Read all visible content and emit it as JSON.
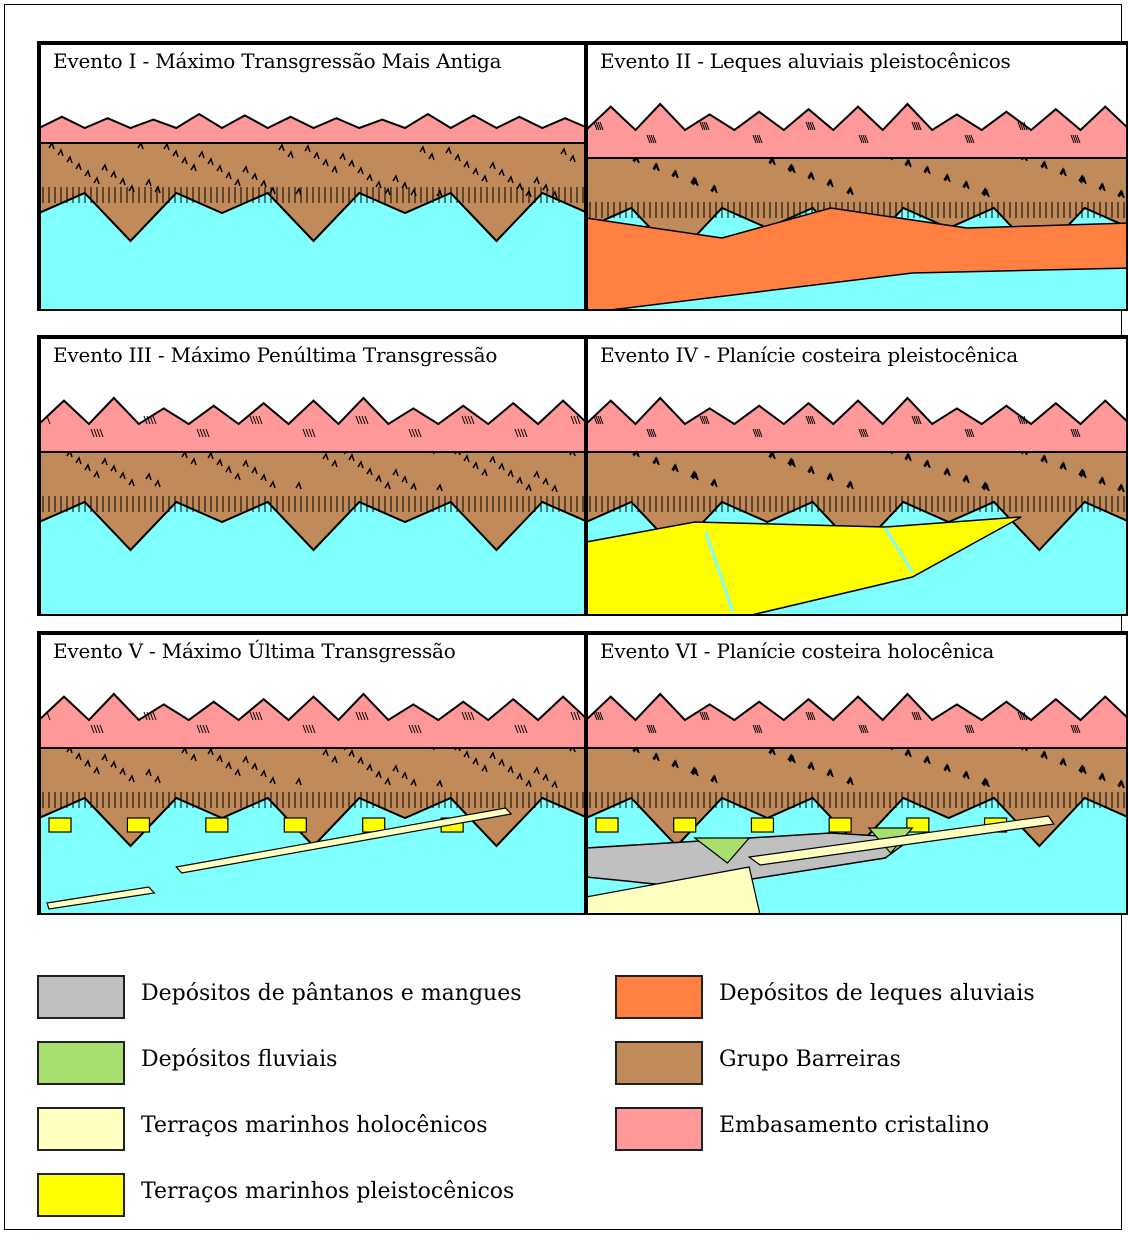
{
  "panels": [
    {
      "title": "Evento I - Máximo Transgressão Mais Antiga"
    },
    {
      "title": "Evento II - Leques aluviais pleistocênicos"
    },
    {
      "title": "Evento III - Máximo Penúltima Transgressão"
    },
    {
      "title": "Evento IV - Planície costeira pleistocênica"
    },
    {
      "title": "Evento V - Máximo Última Transgressão"
    },
    {
      "title": "Evento VI - Planície costeira holocênica"
    }
  ],
  "legend": [
    {
      "label": "Depósitos de pântanos e mangues",
      "color": "#c0c0c0"
    },
    {
      "label": "Depósitos fluviais",
      "color": "#a8e070"
    },
    {
      "label": "Terraços marinhos holocênicos",
      "color": "#ffffc0"
    },
    {
      "label": "Terraços marinhos pleistocênicos",
      "color": "#ffff00"
    },
    {
      "label": "Depósitos de leques aluviais",
      "color": "#ff8040"
    },
    {
      "label": "Grupo Barreiras",
      "color": "#c08a5a"
    },
    {
      "label": "Embasamento cristalino",
      "color": "#ff9898"
    }
  ],
  "colors": {
    "sea": "#80ffff",
    "barreiras": "#c08a5a",
    "embasamento": "#ff9898",
    "leques": "#ff8040",
    "terracos_pleisto": "#ffff00",
    "terracos_holo": "#ffffc0",
    "fluviais": "#a8e070",
    "mangues": "#c0c0c0",
    "outline": "#000000"
  }
}
